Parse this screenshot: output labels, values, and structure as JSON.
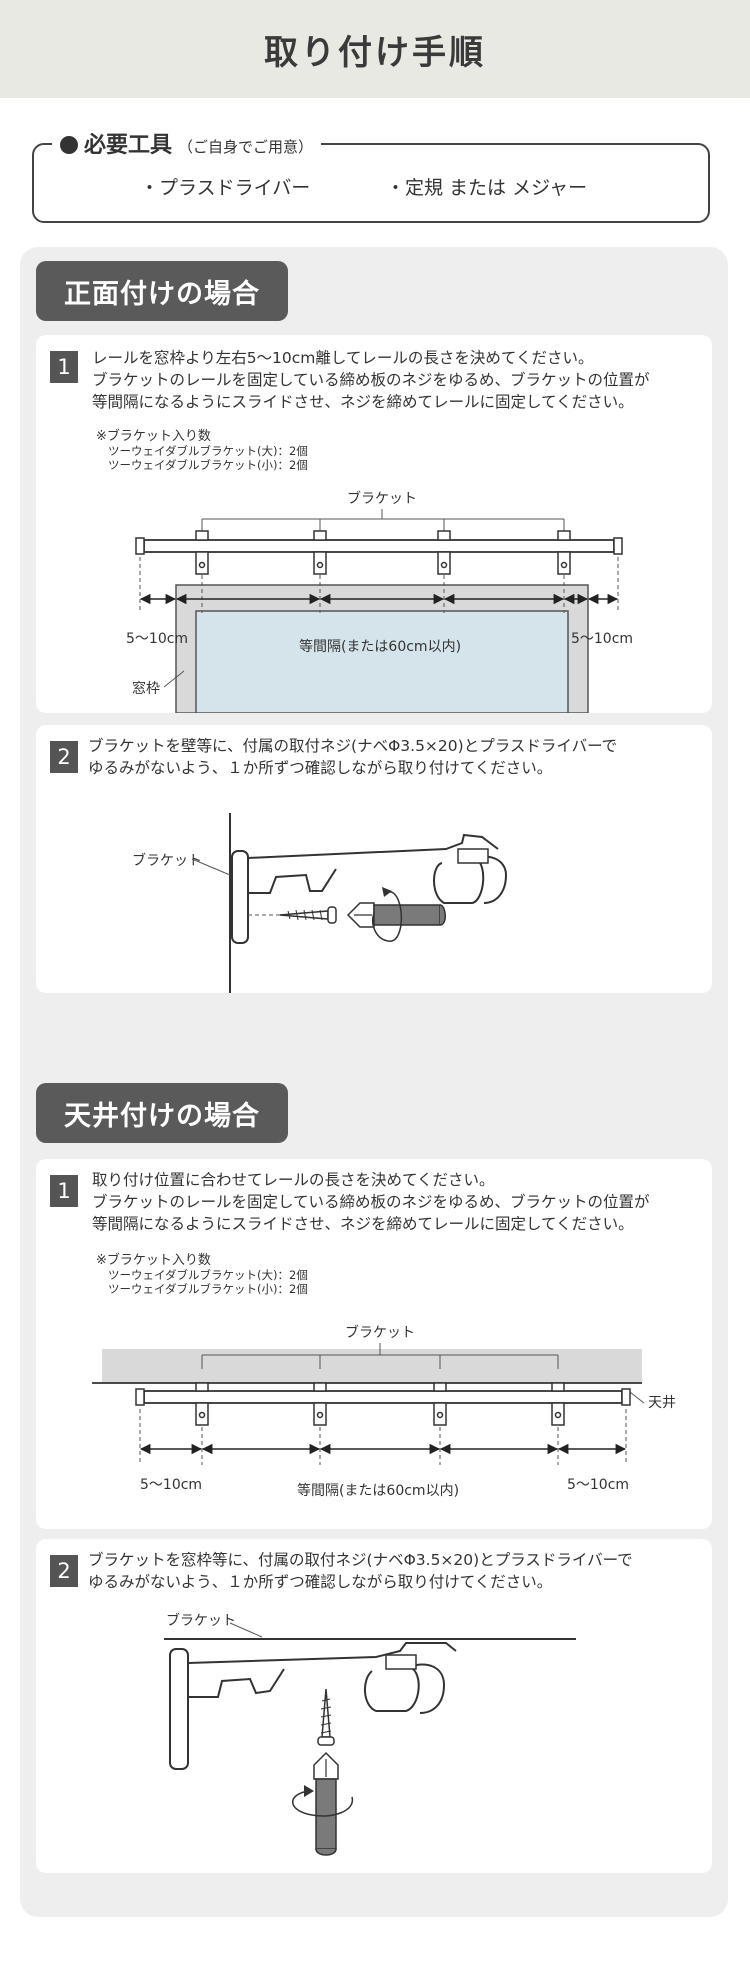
{
  "header": {
    "title": "取り付け手順"
  },
  "tools": {
    "title": "必要工具",
    "note": "（ご自身でご用意）",
    "items": [
      "・プラスドライバー",
      "・定規 または メジャー"
    ]
  },
  "front": {
    "title": "正面付けの場合",
    "step1": {
      "num": "1",
      "lines": [
        "レールを窓枠より左右5～10cm離してレールの長さを決めてください。",
        "ブラケットのレールを固定している締め板のネジをゆるめ、ブラケットの位置が",
        "等間隔になるようにスライドさせ、ネジを締めてレールに固定してください。"
      ],
      "count_title": "※ブラケット入り数",
      "count_items": [
        "ツーウェイダブルブラケット(大)：2個",
        "ツーウェイダブルブラケット(小)：2個"
      ],
      "label_bracket": "ブラケット",
      "label_side_left": "5～10cm",
      "label_side_right": "5～10cm",
      "label_equal": "等間隔(または60cm以内)",
      "label_frame": "窓枠"
    },
    "step2": {
      "num": "2",
      "lines": [
        "ブラケットを壁等に、付属の取付ネジ(ナベΦ3.5×20)とプラスドライバーで",
        "ゆるみがないよう、１か所ずつ確認しながら取り付けてください。"
      ],
      "label_bracket": "ブラケット"
    }
  },
  "ceiling": {
    "title": "天井付けの場合",
    "step1": {
      "num": "1",
      "lines": [
        "取り付け位置に合わせてレールの長さを決めてください。",
        "ブラケットのレールを固定している締め板のネジをゆるめ、ブラケットの位置が",
        "等間隔になるようにスライドさせ、ネジを締めてレールに固定してください。"
      ],
      "count_title": "※ブラケット入り数",
      "count_items": [
        "ツーウェイダブルブラケット(大)：2個",
        "ツーウェイダブルブラケット(小)：2個"
      ],
      "label_bracket": "ブラケット",
      "label_ceiling": "天井",
      "label_side_left": "5～10cm",
      "label_side_right": "5～10cm",
      "label_equal": "等間隔(または60cm以内)"
    },
    "step2": {
      "num": "2",
      "lines": [
        "ブラケットを窓枠等に、付属の取付ネジ(ナベΦ3.5×20)とプラスドライバーで",
        "ゆるみがないよう、１か所ずつ確認しながら取り付けてください。"
      ],
      "label_bracket": "ブラケット"
    }
  }
}
